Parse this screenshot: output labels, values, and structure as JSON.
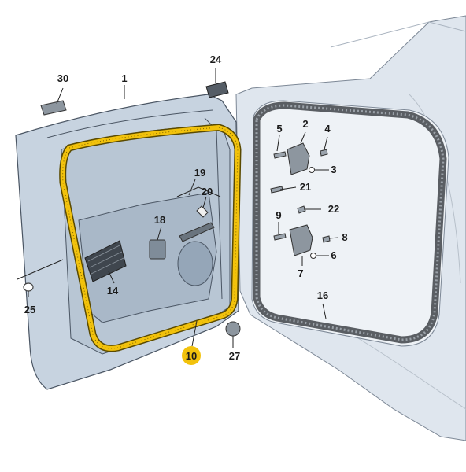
{
  "callouts": {
    "c1": "1",
    "c2": "2",
    "c3": "3",
    "c4": "4",
    "c5": "5",
    "c6": "6",
    "c7": "7",
    "c8": "8",
    "c9": "9",
    "c10": "10",
    "c14": "14",
    "c16": "16",
    "c18": "18",
    "c19": "19",
    "c20": "20",
    "c21": "21",
    "c22": "22",
    "c24": "24",
    "c25": "25",
    "c27": "27",
    "c30": "30"
  },
  "colors": {
    "highlight": "#f2c20c",
    "door_panel": "#c7d3e0",
    "body_shell": "#dfe6ee",
    "seal": "#5a5e63",
    "outline": "#4a5563"
  }
}
